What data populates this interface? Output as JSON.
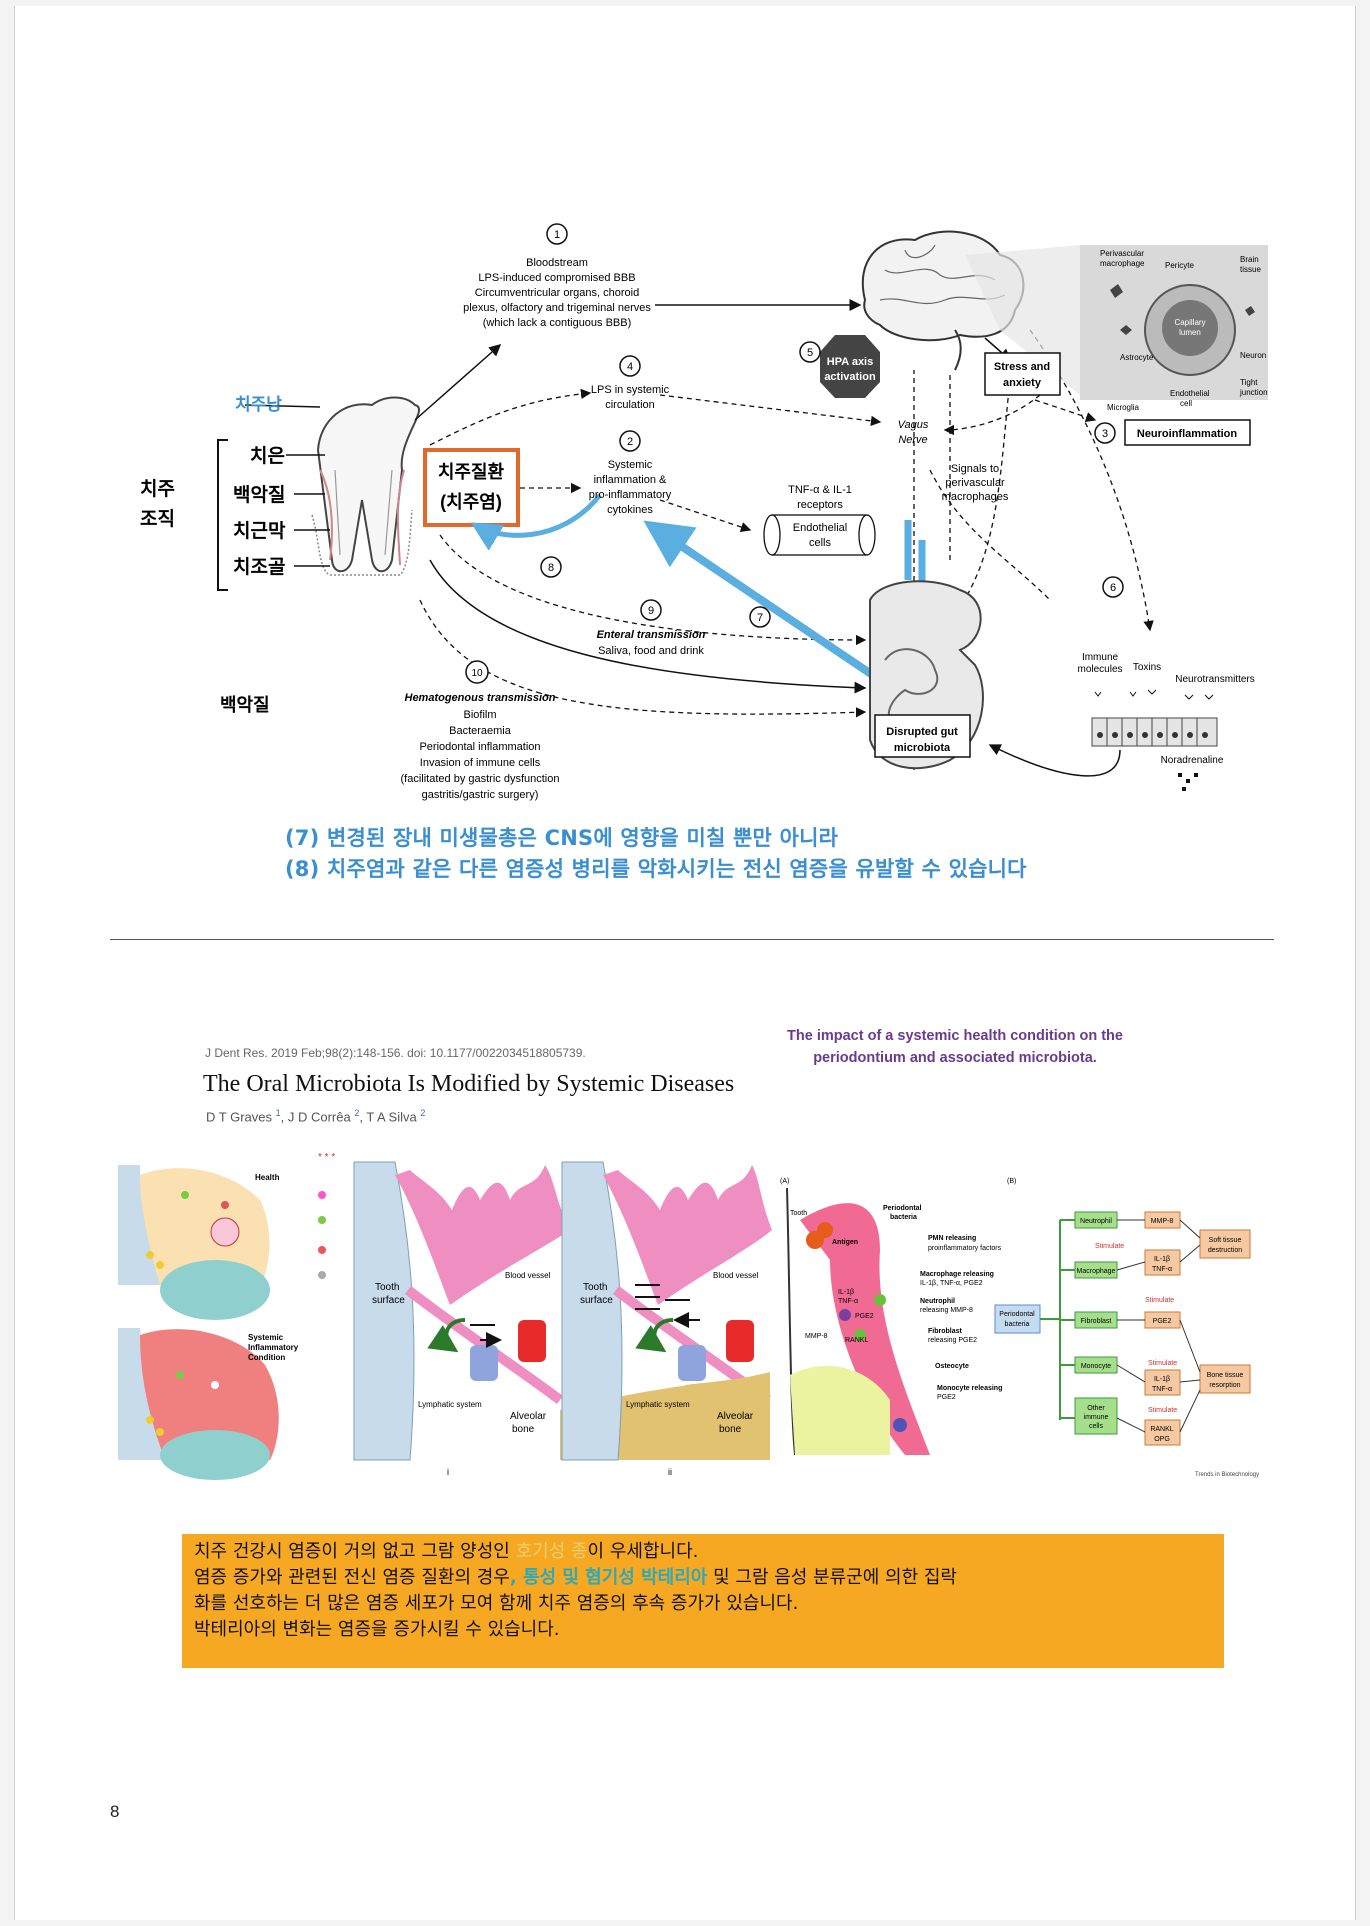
{
  "diagram": {
    "ko_labels": {
      "chiju_nang": "치주낭",
      "chiju_jojik": "치주\n조직",
      "chieun": "치은",
      "baekakjil": "백악질",
      "chigeunmak": "치근막",
      "chijogol": "치조골",
      "disease": "치주질환",
      "disease_sub": "(치주염)",
      "baekakjil_lower": "백악질"
    },
    "nodes": {
      "n1_num": "1",
      "n1_lines": [
        "Bloodstream",
        "LPS-induced compromised BBB",
        "Circumventricular organs, choroid",
        "plexus, olfactory and trigeminal nerves",
        "(which lack a contiguous BBB)"
      ],
      "n4_num": "4",
      "n4_lines": [
        "LPS in systemic",
        "circulation"
      ],
      "n2_num": "2",
      "n2_lines": [
        "Systemic",
        "inflammation &",
        "pro-inflammatory",
        "cytokines"
      ],
      "n5_num": "5",
      "hpa_lines": [
        "HPA axis",
        "activation"
      ],
      "stress_lines": [
        "Stress and",
        "anxiety"
      ],
      "vagus_lines": [
        "Vagus",
        "Nerve"
      ],
      "tnf_lines": [
        "TNF-α & IL-1",
        "receptors"
      ],
      "endo_lines": [
        "Endothelial",
        "cells"
      ],
      "signals_lines": [
        "Signals to",
        "perivascular",
        "macrophages"
      ],
      "n3_num": "3",
      "neuroinflammation": "Neuroinflammation",
      "brain_labels": [
        "Perivascular",
        "macrophage",
        "Pericyte",
        "Brain",
        "tissue",
        "Capillary",
        "lumen",
        "Astrocyte",
        "Neuron",
        "Microglia",
        "Endothelial",
        "cell",
        "Tight",
        "junction"
      ],
      "n8_num": "8",
      "n9_num": "9",
      "n9_title": "Enteral transmission",
      "n9_sub": "Saliva, food and drink",
      "n7_num": "7",
      "n6_num": "6",
      "immune_labels": [
        "Immune",
        "molecules",
        "Toxins",
        "Neurotransmitters",
        "Noradrenaline"
      ],
      "n10_num": "10",
      "n10_title": "Hematogenous transmission",
      "n10_lines": [
        "Biofilm",
        "Bacteraemia",
        "Periodontal inflammation",
        "Invasion of immune cells",
        "(facilitated by gastric dysfunction",
        "gastritis/gastric surgery)"
      ],
      "gut_lines": [
        "Disrupted gut",
        "microbiota"
      ]
    }
  },
  "captions": {
    "line7": "(7) 변경된 장내 미생물총은 CNS에 영향을 미칠 뿐만 아니라",
    "line8": "(8) 치주염과 같은 다른 염증성 병리를 악화시키는 전신 염증을 유발할 수 있습니다"
  },
  "paper": {
    "citation": "J Dent Res. 2019 Feb;98(2):148-156. doi: 10.1177/0022034518805739.",
    "title": "The Oral Microbiota Is Modified by Systemic Diseases",
    "author1": "D T Graves",
    "author1_sup": "1",
    "author2": "J D Corrêa",
    "author2_sup": "2",
    "author3": "T A Silva",
    "author3_sup": "2",
    "impact_line1": "The impact of a systemic health condition on the",
    "impact_line2": "periodontium and associated microbiota."
  },
  "figures": {
    "health": "Health",
    "systemic": [
      "Systemic",
      "Inflammatory",
      "Condition"
    ],
    "tooth_surface": [
      "Tooth",
      "surface"
    ],
    "blood_vessel": "Blood vessel",
    "lymphatic": "Lymphatic system",
    "alveolar": [
      "Alveolar",
      "bone"
    ],
    "panel_i": "i",
    "panel_ii": "ii",
    "panel_A": "(A)",
    "panel_B": "(B)",
    "a_labels": [
      "Tooth",
      "Periodontal",
      "bacteria",
      "Antigen",
      "PMN releasing",
      "proinflammatory factors",
      "Macrophage releasing",
      "IL-1β, TNF-α, PGE2",
      "Neutrophil",
      "releasing MMP-8",
      "Fibroblast",
      "releasing PGE2",
      "Osteocyte",
      "Monocyte releasing",
      "PGE2",
      "IL-1β",
      "TNF-α",
      "PGE2",
      "MMP-8",
      "RANKL"
    ],
    "b_periodontal": [
      "Periodontal",
      "bacteria"
    ],
    "b_cells": [
      "Neutrophil",
      "Macrophage",
      "Fibroblast",
      "Monocyte"
    ],
    "b_other": [
      "Other",
      "immune",
      "cells"
    ],
    "b_mmp8": "MMP-8",
    "b_soft": [
      "Soft tissue",
      "destruction"
    ],
    "b_il": [
      "IL-1β",
      "TNF-α"
    ],
    "b_pge2": "PGE2",
    "b_bone": [
      "Bone tissue",
      "resorption"
    ],
    "b_il2": [
      "IL-1β",
      "TNF-α"
    ],
    "b_rankl": [
      "RANKL",
      "OPG"
    ],
    "b_stimulate": "Stimulate",
    "trends": "Trends in Biotechnology"
  },
  "note": {
    "l1_a": "치주 건강시 염증이 거의 없고 그람 양성인 ",
    "l1_b": "호기성 종",
    "l1_c": "이 우세합니다.",
    "l2_a": "염증 증가와 관련된 전신 염증 질환의 경우",
    "l2_b": ", 통성 및 혐기성 박테리아",
    "l2_c": " 및 그람 음성 분류군에 의한 집락",
    "l3": "화를 선호하는 더 많은 염증 세포가 모여 함께 치주 염증의 후속 증가가 있습니다.",
    "l4": "박테리아의 변화는 염증을 증가시킬 수 있습니다."
  },
  "page_number": "8",
  "colors": {
    "caption_blue": "#3b8fcf",
    "note_bg": "#f7a823",
    "teal": "#2fa9b5",
    "impact_purple": "#6a3a8f",
    "disease_box": "#e06a2b",
    "arrow_blue": "#5aaee0"
  }
}
